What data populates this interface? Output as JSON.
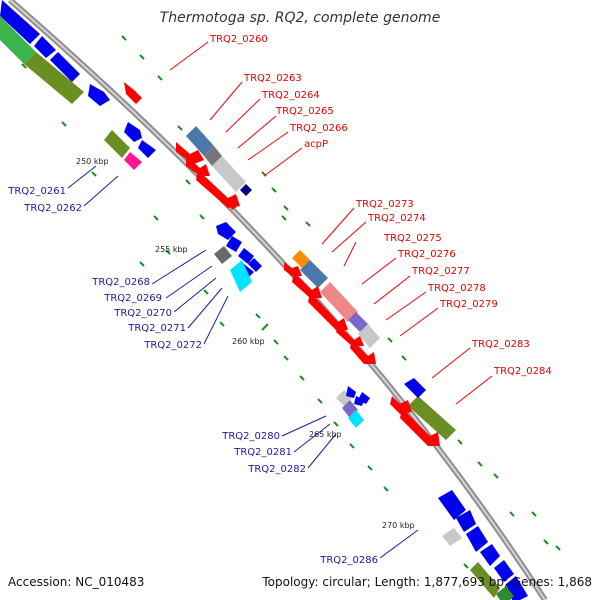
{
  "title": "Thermotoga sp. RQ2, complete genome",
  "footer": {
    "accession": "Accession: NC_010483",
    "summary": "Topology: circular; Length: 1,877,693 bp; Genes: 1,868"
  },
  "colors": {
    "backbone": "#8f8f8f",
    "forward": "#0000ee",
    "reverse": "#ff0000",
    "tick": "#1f8f1f",
    "label_fwd": "#ff0000",
    "label_rev": "#1a1aa6"
  },
  "kbp_labels": [
    "250 kbp",
    "255 kbp",
    "260 kbp",
    "265 kbp",
    "270 kbp"
  ],
  "genes_forward": [
    "TRQ2_0260",
    "TRQ2_0263",
    "TRQ2_0264",
    "TRQ2_0265",
    "TRQ2_0266",
    "acpP",
    "TRQ2_0273",
    "TRQ2_0274",
    "TRQ2_0275",
    "TRQ2_0276",
    "TRQ2_0277",
    "TRQ2_0278",
    "TRQ2_0279",
    "TRQ2_0283",
    "TRQ2_0284"
  ],
  "genes_reverse": [
    "TRQ2_0261",
    "TRQ2_0262",
    "TRQ2_0268",
    "TRQ2_0269",
    "TRQ2_0270",
    "TRQ2_0271",
    "TRQ2_0272",
    "TRQ2_0280",
    "TRQ2_0281",
    "TRQ2_0282",
    "TRQ2_0286"
  ]
}
